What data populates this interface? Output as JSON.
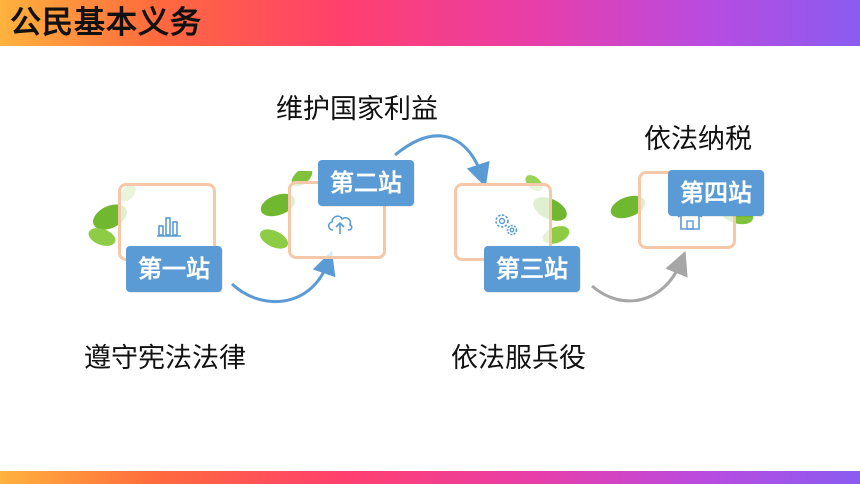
{
  "header": {
    "title": "公民基本义务"
  },
  "stations": [
    {
      "badge": "第一站",
      "caption": "遵守宪法法律",
      "icon": "bar-chart-icon"
    },
    {
      "badge": "第二站",
      "caption": "维护国家利益",
      "icon": "cloud-upload-icon"
    },
    {
      "badge": "第三站",
      "caption": "依法服兵役",
      "icon": "gears-icon"
    },
    {
      "badge": "第四站",
      "caption": "依法纳税",
      "icon": "house-icon"
    }
  ],
  "colors": {
    "badge": "#5b9bd5",
    "frame_border": "#f4c8a8",
    "arrow_blue": "#5b9bd5",
    "arrow_gray": "#a6a6a6",
    "leaf": "#6fb82f"
  }
}
